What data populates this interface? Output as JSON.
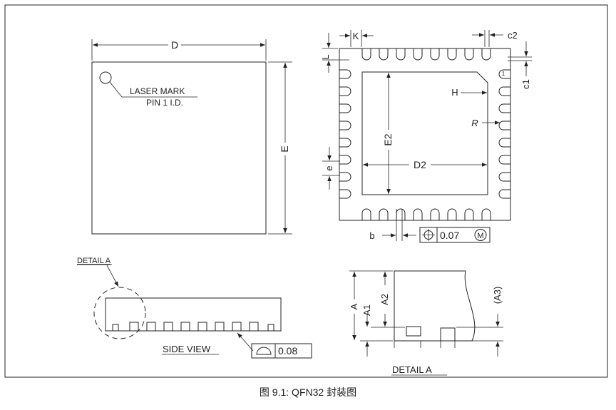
{
  "top_view": {
    "dim_d": "D",
    "dim_e": "E",
    "laser_mark_line1": "LASER MARK",
    "laser_mark_line2": "PIN 1 I.D."
  },
  "bottom_view": {
    "dim_k": "K",
    "dim_c2": "c2",
    "dim_l": "L",
    "dim_c1": "c1",
    "dim_h": "H",
    "dim_r": "R",
    "dim_e2": "E2",
    "dim_d2": "D2",
    "dim_e_pitch": "e",
    "dim_b": "b",
    "pin1_label": "1",
    "position_tolerance": "0.07",
    "tolerance_modifier": "M"
  },
  "side_view": {
    "detail_label": "DETAIL A",
    "view_label": "SIDE VIEW",
    "profile_tolerance": "0.08"
  },
  "detail_view": {
    "dim_a": "A",
    "dim_a1": "A1",
    "dim_a2": "A2",
    "dim_a3": "(A3)",
    "view_label": "DETAIL A"
  },
  "caption": "图 9.1: QFN32 封装图"
}
